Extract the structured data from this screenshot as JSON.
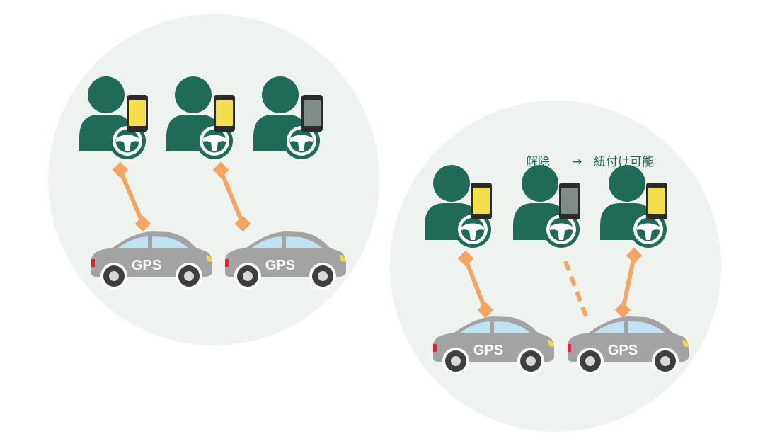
{
  "colors": {
    "background_circle": "#eef3ef",
    "person": "#1f6b58",
    "wheel_ring": "#ffffff",
    "phone_body": "#2b2b2b",
    "phone_screen_active": "#f3df4a",
    "phone_screen_inactive": "#7f8c87",
    "link": "#f5a462",
    "car_body": "#a3a3a3",
    "car_window": "#bfe3f2",
    "car_wheel": "#3e3e3e",
    "car_headlight": "#f6d54b",
    "car_taillight": "#d9282f"
  },
  "icons": [
    "person-icon",
    "phone-icon",
    "steering-wheel-icon",
    "car-icon"
  ],
  "car_label": "GPS",
  "note": {
    "unlinked": "解除",
    "arrow": "→",
    "linkable": "紐付け可能"
  }
}
